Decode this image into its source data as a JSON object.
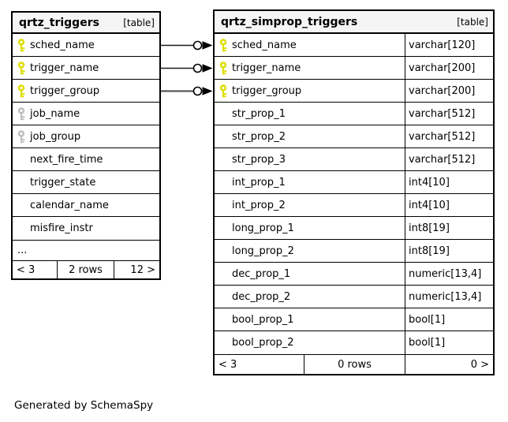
{
  "page": {
    "generated_by": "Generated by SchemaSpy"
  },
  "colors": {
    "primary_key_icon": "#dede00",
    "foreign_key_icon": "#c0c0c0",
    "header_bg": "#f5f5f5",
    "border": "#000000",
    "connector": "#1a1a1a",
    "connector_implied": "#5a5a5a"
  },
  "tables": [
    {
      "title": "qrtz_triggers",
      "badge": "[table]",
      "columns": [
        {
          "name": "sched_name",
          "key": "primary"
        },
        {
          "name": "trigger_name",
          "key": "primary"
        },
        {
          "name": "trigger_group",
          "key": "primary"
        },
        {
          "name": "job_name",
          "key": "foreign"
        },
        {
          "name": "job_group",
          "key": "foreign"
        },
        {
          "name": "next_fire_time",
          "key": ""
        },
        {
          "name": "trigger_state",
          "key": ""
        },
        {
          "name": "calendar_name",
          "key": ""
        },
        {
          "name": "misfire_instr",
          "key": ""
        }
      ],
      "truncated_indicator": "...",
      "footer": {
        "children": "< 3",
        "rows": "2 rows",
        "parents": "12 >"
      }
    },
    {
      "title": "qrtz_simprop_triggers",
      "badge": "[table]",
      "columns": [
        {
          "name": "sched_name",
          "type": "varchar[120]",
          "key": "primary"
        },
        {
          "name": "trigger_name",
          "type": "varchar[200]",
          "key": "primary"
        },
        {
          "name": "trigger_group",
          "type": "varchar[200]",
          "key": "primary"
        },
        {
          "name": "str_prop_1",
          "type": "varchar[512]",
          "key": ""
        },
        {
          "name": "str_prop_2",
          "type": "varchar[512]",
          "key": ""
        },
        {
          "name": "str_prop_3",
          "type": "varchar[512]",
          "key": ""
        },
        {
          "name": "int_prop_1",
          "type": "int4[10]",
          "key": ""
        },
        {
          "name": "int_prop_2",
          "type": "int4[10]",
          "key": ""
        },
        {
          "name": "long_prop_1",
          "type": "int8[19]",
          "key": ""
        },
        {
          "name": "long_prop_2",
          "type": "int8[19]",
          "key": ""
        },
        {
          "name": "dec_prop_1",
          "type": "numeric[13,4]",
          "key": ""
        },
        {
          "name": "dec_prop_2",
          "type": "numeric[13,4]",
          "key": ""
        },
        {
          "name": "bool_prop_1",
          "type": "bool[1]",
          "key": ""
        },
        {
          "name": "bool_prop_2",
          "type": "bool[1]",
          "key": ""
        }
      ],
      "footer": {
        "children": "< 3",
        "rows": "0 rows",
        "parents": "0 >"
      }
    }
  ],
  "relationships": [
    {
      "from": "qrtz_triggers.sched_name",
      "to": "qrtz_simprop_triggers.sched_name"
    },
    {
      "from": "qrtz_triggers.trigger_name",
      "to": "qrtz_simprop_triggers.trigger_name"
    },
    {
      "from": "qrtz_triggers.trigger_group",
      "to": "qrtz_simprop_triggers.trigger_group"
    }
  ]
}
